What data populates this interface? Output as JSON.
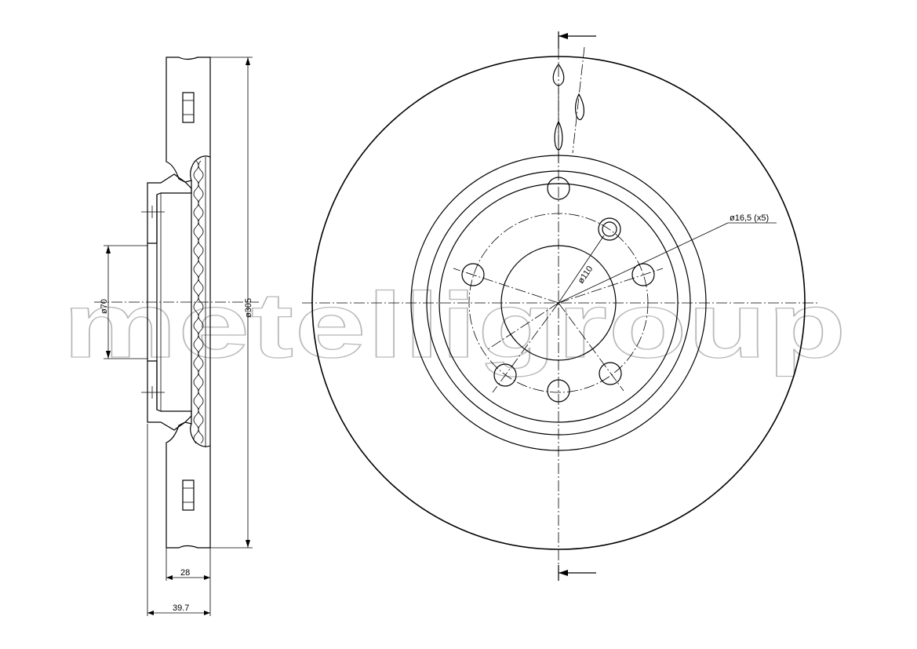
{
  "watermark": "metelligroup",
  "dimensions": {
    "thickness": "28",
    "total_height": "39.7",
    "outer_diameter": "ø305",
    "centre_bore": "ø70",
    "pcd": "ø110",
    "bolt_holes": "ø16,5 (x5)"
  }
}
